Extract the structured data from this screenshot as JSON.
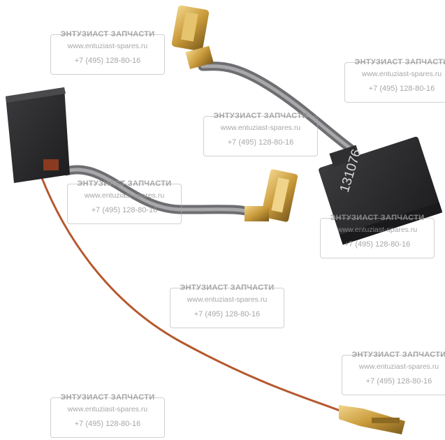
{
  "product": {
    "brush_marking": "131076"
  },
  "watermark": {
    "company": "ЭНТУЗИАСТ ЗАПЧАСТИ",
    "website": "www.entuziast-spares.ru",
    "phone": "+7 (495) 128-80-16"
  },
  "colors": {
    "carbon": "#2b2b2d",
    "wire_sheath": "#8d8d90",
    "copper_wire": "#b5582e",
    "terminal": "#c99a3a"
  }
}
